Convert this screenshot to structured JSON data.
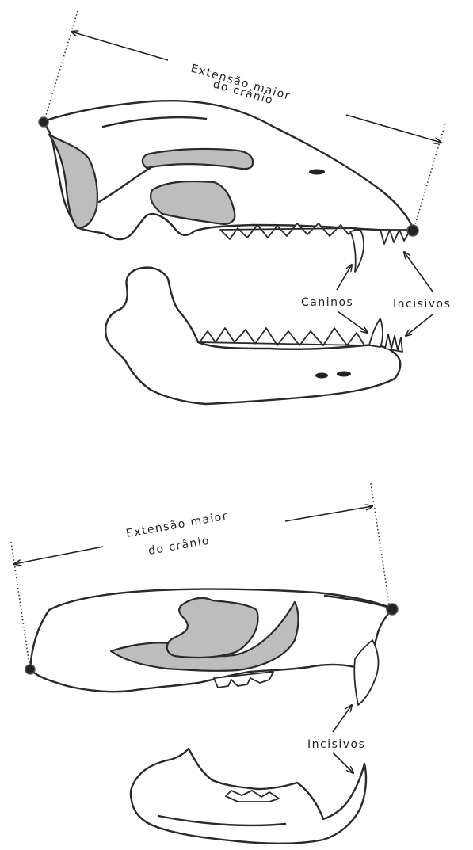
{
  "figure": {
    "top": {
      "measure_label_line1": "Extensão maior",
      "measure_label_line2": "do crânio",
      "canines_label": "Caninos",
      "incisors_label": "Incisivos"
    },
    "bottom": {
      "measure_label_line1": "Extensão maior",
      "measure_label_line2": "do crânio",
      "incisors_label": "Incisivos"
    }
  }
}
